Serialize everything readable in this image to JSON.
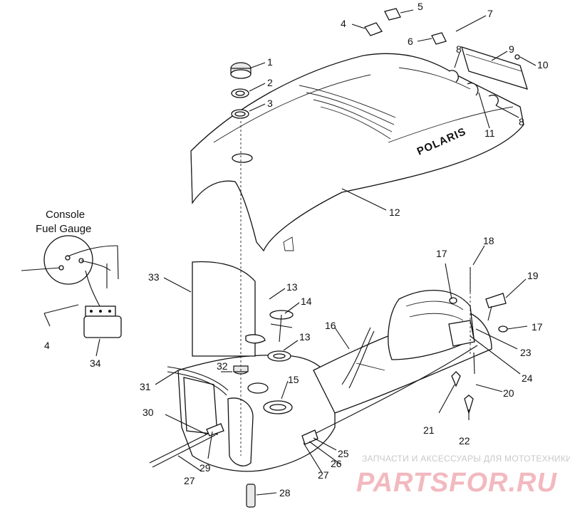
{
  "diagram": {
    "callouts": [
      "1",
      "2",
      "3",
      "4",
      "5",
      "6",
      "7",
      "8",
      "9",
      "10",
      "11",
      "12",
      "13",
      "14",
      "15",
      "16",
      "17",
      "18",
      "19",
      "20",
      "21",
      "22",
      "23",
      "24",
      "25",
      "26",
      "27",
      "28",
      "29",
      "30",
      "31",
      "32",
      "33",
      "34"
    ],
    "seat_brand": "POLARIS",
    "console_label_line1": "Console",
    "console_label_line2": "Fuel Gauge"
  },
  "watermark": {
    "tagline": "ЗАПЧАСТИ И АКСЕССУАРЫ ДЛЯ МОТОТЕХНИКИ",
    "logo": "PARTSFOR.RU"
  }
}
